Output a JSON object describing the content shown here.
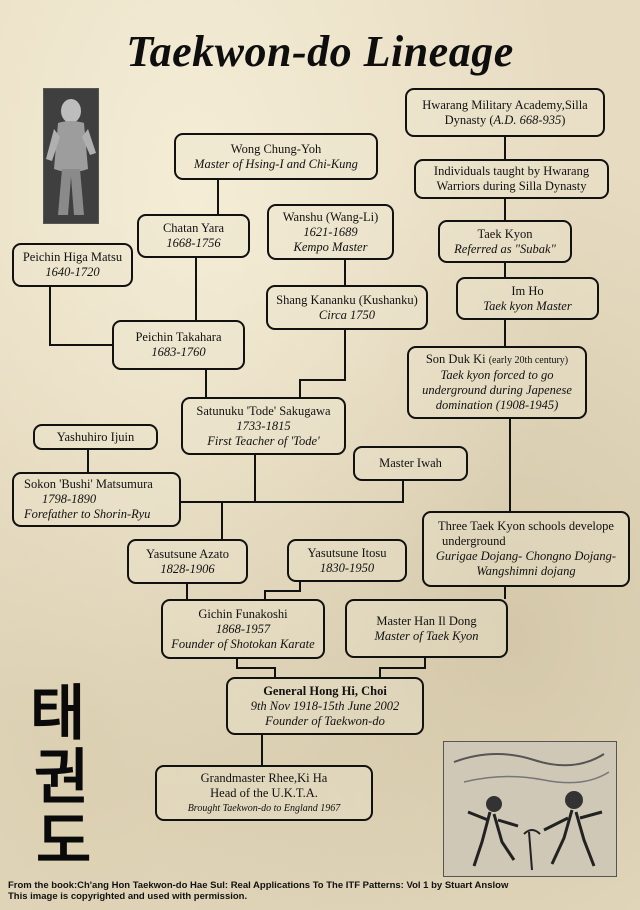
{
  "title": "Taekwon-do Lineage",
  "colors": {
    "parchment": "#e7dcc2",
    "ink": "#111111"
  },
  "nodes": {
    "hwarang_academy": {
      "l1": "Hwarang Military Academy,Silla",
      "l2": "Dynasty (",
      "l2_italic": "A.D. 668-935",
      "l2_end": ")"
    },
    "hwarang_individuals": {
      "l1": "Individuals taught by Hwarang",
      "l2": "Warriors during Silla Dynasty"
    },
    "taek_kyon": {
      "l1": "Taek Kyon",
      "l2": "Referred as \"Subak\""
    },
    "im_ho": {
      "l1": "Im Ho",
      "l2": "Taek kyon Master"
    },
    "son_duk_ki": {
      "l1": "Son Duk Ki",
      "l1_small": "(early 20th century)",
      "l2": "Taek kyon forced to go",
      "l3": "underground during Japenese",
      "l4": "domination  (1908-1945)"
    },
    "three_schools": {
      "l1": "Three Taek Kyon schools develope",
      "l2": "underground",
      "l3": "Gurigae Dojang- Chongno Dojang-",
      "l4": "Wangshimni dojang"
    },
    "han_il_dong": {
      "l1": "Master Han Il Dong",
      "l2": "Master of Taek Kyon"
    },
    "wong_chung_yoh": {
      "l1": "Wong Chung-Yoh",
      "l2": "Master of Hsing-I and Chi-Kung"
    },
    "chatan_yara": {
      "l1": "Chatan Yara",
      "l2": "1668-1756"
    },
    "wanshu": {
      "l1": "Wanshu (Wang-Li)",
      "l2": "1621-1689",
      "l3": "Kempo Master"
    },
    "peichin_higa": {
      "l1": "Peichin Higa Matsu",
      "l2": "1640-1720"
    },
    "shang_kananku": {
      "l1": "Shang Kananku (Kushanku)",
      "l2": "Circa 1750"
    },
    "peichin_takahara": {
      "l1": "Peichin Takahara",
      "l2": "1683-1760"
    },
    "sakugawa": {
      "l1": "Satunuku 'Tode' Sakugawa",
      "l2": "1733-1815",
      "l3": "First Teacher of 'Tode'"
    },
    "yashuhiro": {
      "l1": "Yashuhiro Ijuin"
    },
    "iwah": {
      "l1": "Master Iwah"
    },
    "matsumura": {
      "l1": "Sokon 'Bushi' Matsumura",
      "l2": "1798-1890",
      "l3": "Forefather to Shorin-Ryu"
    },
    "azato": {
      "l1": "Yasutsune Azato",
      "l2": "1828-1906"
    },
    "itosu": {
      "l1": "Yasutsune Itosu",
      "l2": "1830-1950"
    },
    "funakoshi": {
      "l1": "Gichin Funakoshi",
      "l2": "1868-1957",
      "l3": "Founder of Shotokan Karate"
    },
    "choi": {
      "l1": "General Hong Hi, Choi",
      "l2": "9th Nov 1918-15th June 2002",
      "l3": "Founder of Taekwon-do"
    },
    "rhee": {
      "l1": "Grandmaster Rhee,Ki Ha",
      "l2": "Head of the U.K.T.A.",
      "l3": "Brought Taekwon-do to England 1967"
    }
  },
  "hangul": [
    "태",
    "권",
    "도"
  ],
  "footer": {
    "line1": "From the book:Ch'ang Hon Taekwon-do Hae Sul: Real Applications To The ITF Patterns: Vol 1 by Stuart Anslow",
    "line2": "This image is copyrighted and used with permission."
  }
}
